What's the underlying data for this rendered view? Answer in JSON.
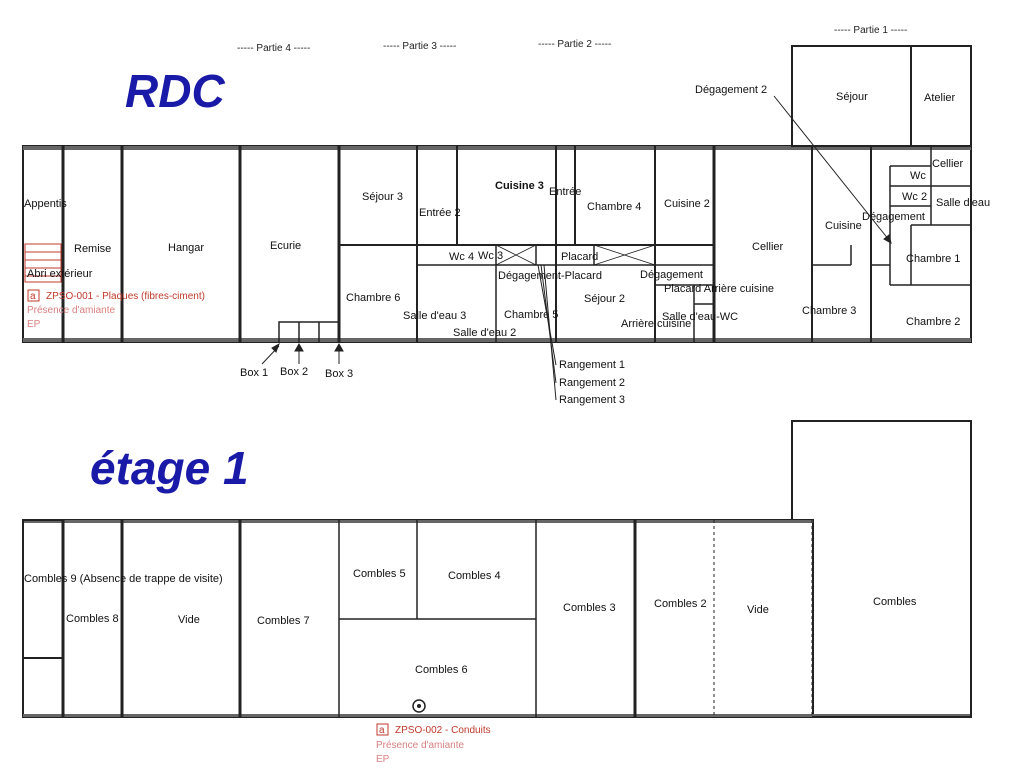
{
  "parts": [
    "----- Partie 4 -----",
    "----- Partie 3 -----",
    "----- Partie 2 -----",
    "----- Partie 1 -----"
  ],
  "levels": {
    "rdc": "RDC",
    "etage": "étage 1"
  },
  "rdc_rooms": {
    "appentis": "Appentis",
    "remise": "Remise",
    "hangar": "Hangar",
    "ecurie": "Ecurie",
    "abri": "Abri extérieur",
    "sejour3": "Séjour 3",
    "chambre6": "Chambre 6",
    "entree2": "Entrée 2",
    "cuisine3": "Cuisine 3",
    "entree": "Entrée",
    "chambre4": "Chambre 4",
    "cuisine2": "Cuisine 2",
    "cellier": "Cellier",
    "wc4": "Wc 4",
    "wc3": "Wc 3",
    "degplacard": "Dégagement-Placard",
    "placard": "Placard",
    "degagement": "Dégagement",
    "sde3": "Salle d'eau 3",
    "sde2": "Salle d'eau 2",
    "chambre5": "Chambre 5",
    "sejour2": "Séjour 2",
    "placard_ac": "Placard Arrière cuisine",
    "arriere": "Arrière cuisine",
    "sdewc": "Salle d'eau-WC",
    "chambre3": "Chambre 3",
    "cuisine": "Cuisine",
    "sejour": "Séjour",
    "atelier": "Atelier",
    "cellier1": "Cellier",
    "wc": "Wc",
    "wc2": "Wc 2",
    "sde": "Salle d'eau",
    "degagement1": "Dégagement",
    "chambre1": "Chambre 1",
    "chambre2": "Chambre 2"
  },
  "rdc_callouts": {
    "box1": "Box 1",
    "box2": "Box 2",
    "box3": "Box 3",
    "rangement1": "Rangement 1",
    "rangement2": "Rangement 2",
    "rangement3": "Rangement 3",
    "degagement2": "Dégagement 2"
  },
  "etage_rooms": {
    "combles9": "Combles 9 (Absence de trappe de visite)",
    "combles8": "Combles 8",
    "vide1": "Vide",
    "combles7": "Combles 7",
    "combles5": "Combles 5",
    "combles4": "Combles 4",
    "combles6": "Combles 6",
    "combles3": "Combles 3",
    "combles2": "Combles 2",
    "vide2": "Vide",
    "combles": "Combles"
  },
  "markers": [
    {
      "code": "ZPSO-001 - Plaques (fibres-ciment)",
      "line2": "Présence d'amiante",
      "line3": "EP",
      "badge": "a"
    },
    {
      "code": "ZPSO-002 - Conduits",
      "line2": "Présence d'amiante",
      "line3": "EP",
      "badge": "a"
    }
  ],
  "colors": {
    "title": "#1a1aa8",
    "marker": "#c0392b",
    "wall": "#222222"
  }
}
